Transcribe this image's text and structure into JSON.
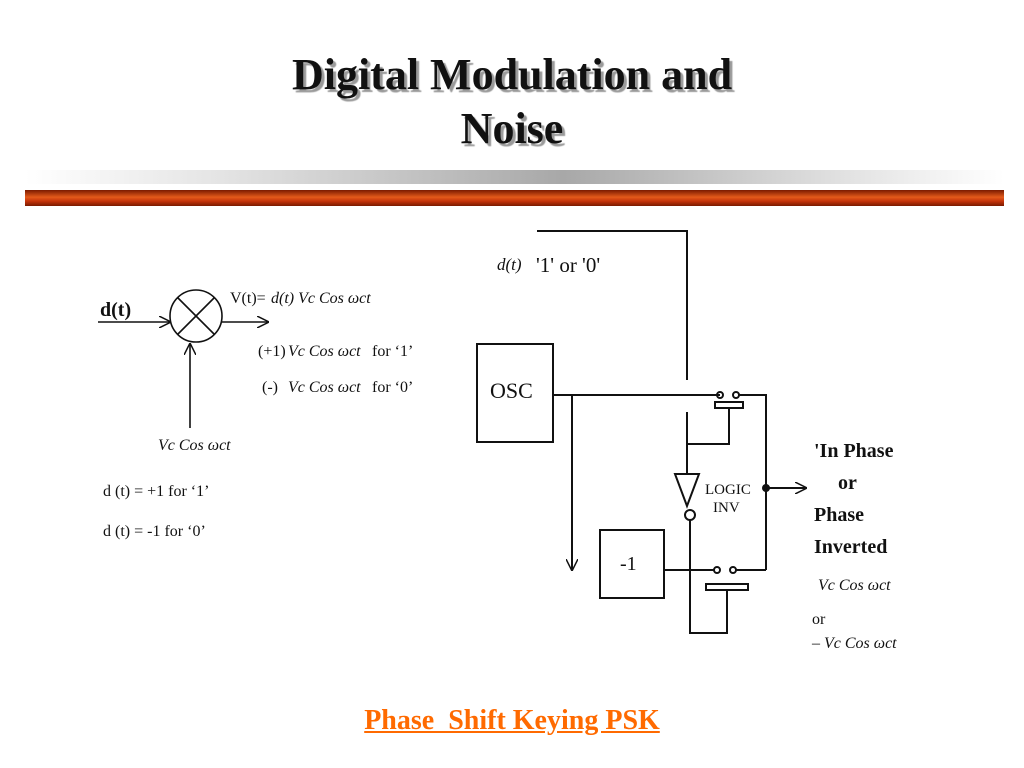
{
  "slide": {
    "title_line1": "Digital Modulation and",
    "title_line2": "Noise",
    "caption": "Phase  Shift Keying PSK"
  },
  "left_diagram": {
    "input_label": "d(t)",
    "output_prefix": "V(t)=",
    "output_expr": "d(t) Vc Cos ωct",
    "plus_case_coef": "(+1)",
    "plus_case_expr": "Vc Cos ωct",
    "plus_case_cond": "for ‘1’",
    "minus_case_coef": "(-)",
    "minus_case_expr": "Vc Cos ωct",
    "minus_case_cond": "for ‘0’",
    "carrier_expr": "Vc Cos ωct",
    "rule_1": "d (t) = +1  for ‘1’",
    "rule_0": "d (t) = -1  for ‘0’"
  },
  "right_diagram": {
    "data_input_fn": "d(t)",
    "data_input_values": "'1' or '0'",
    "osc_label": "OSC",
    "inverter_label": "-1",
    "logic_label_1": "LOGIC",
    "logic_label_2": "INV",
    "output_line1": "'In Phase",
    "output_line2": "or",
    "output_line3": "Phase",
    "output_line4": "Inverted",
    "output_expr1": "Vc Cos ωct",
    "output_or": "or",
    "output_expr2": "– Vc Cos ωct"
  },
  "colors": {
    "caption": "#ff6a00",
    "bar_red": "#c4330a",
    "ink": "#111111"
  }
}
